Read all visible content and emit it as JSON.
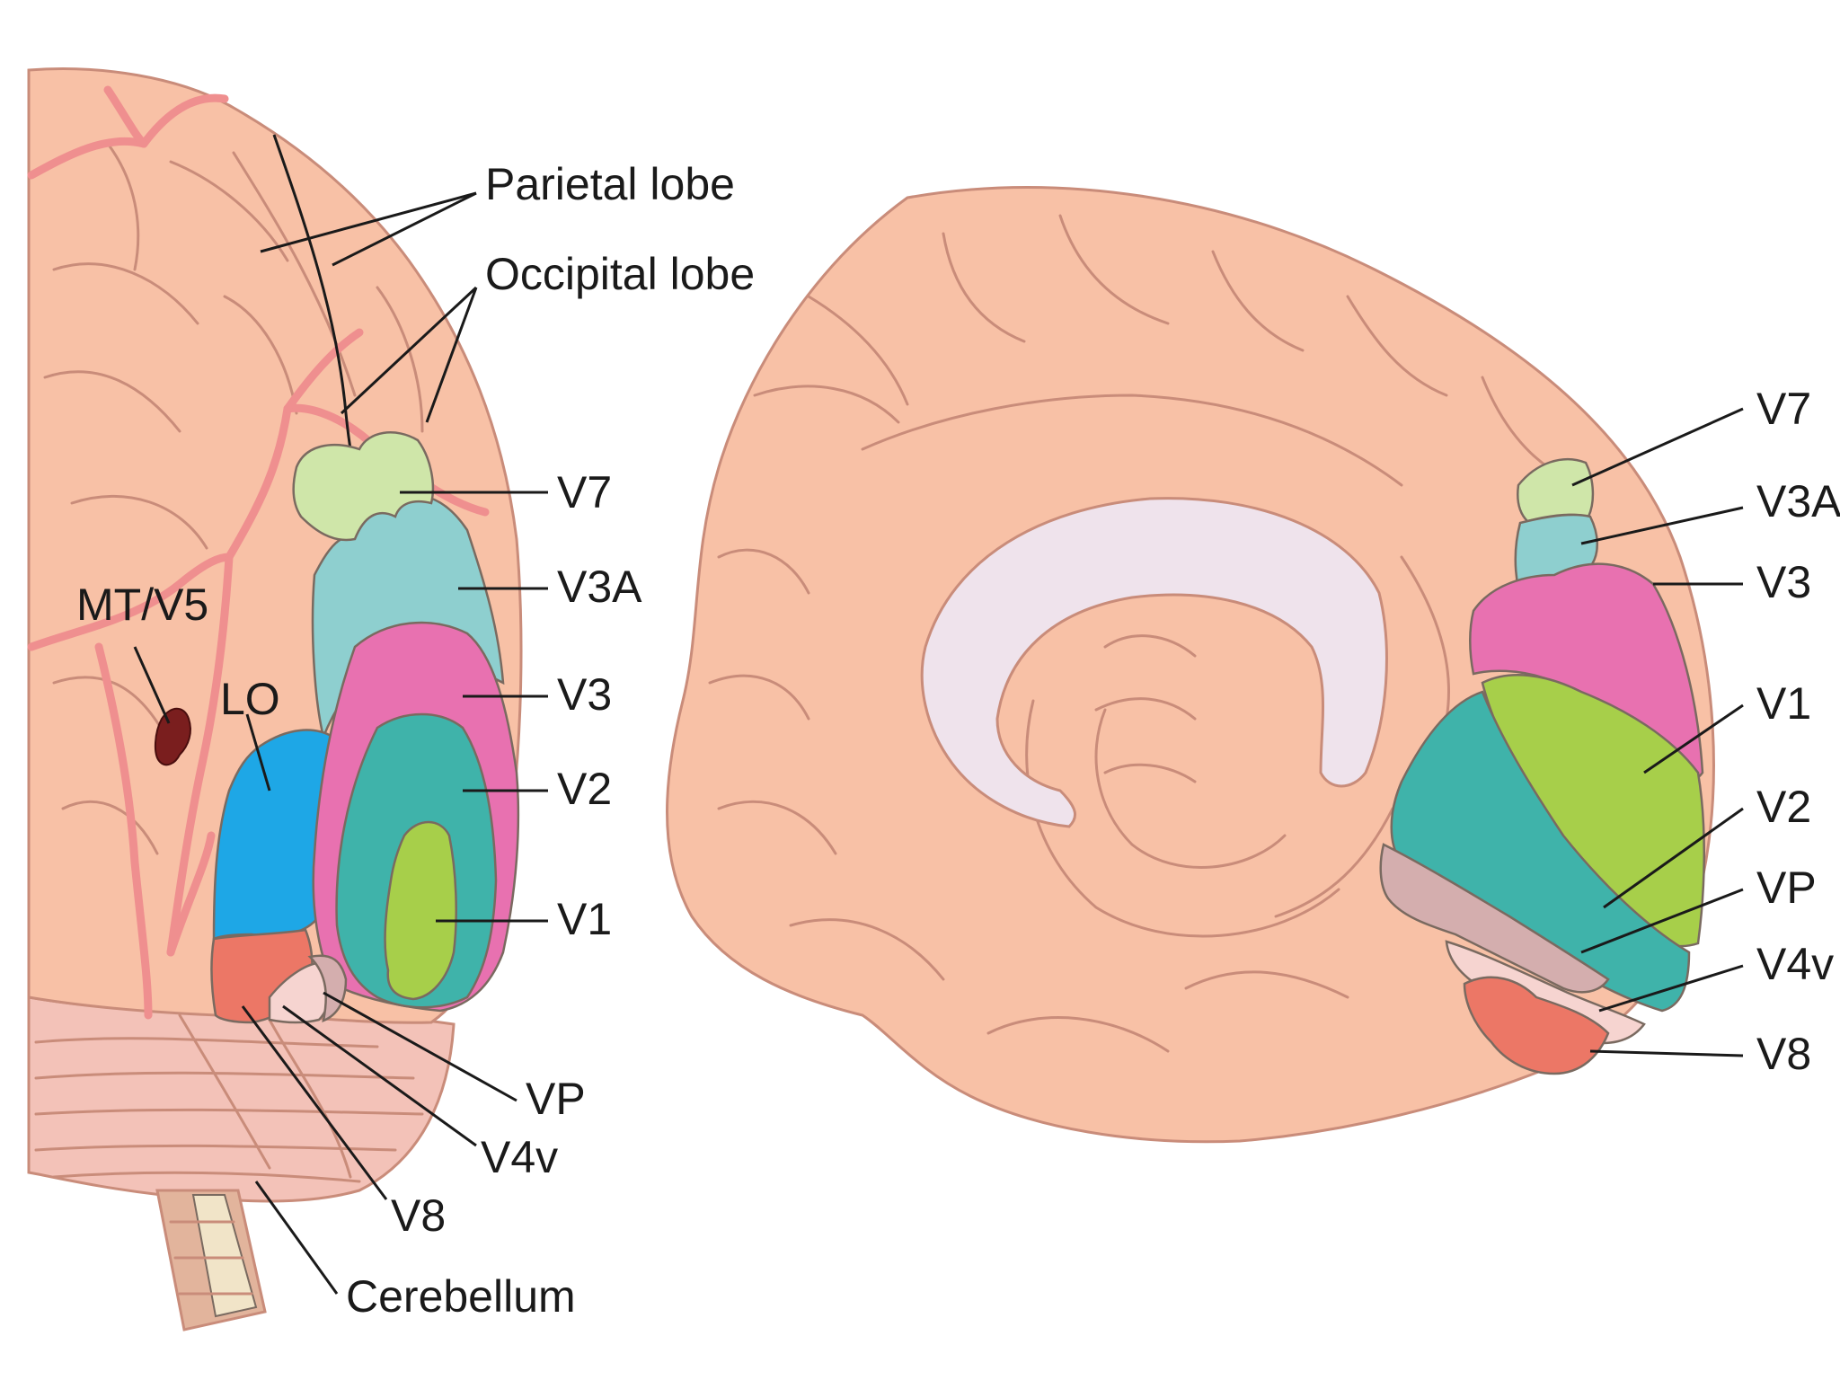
{
  "labels": {
    "parietal_lobe": "Parietal lobe",
    "occipital_lobe": "Occipital lobe",
    "mt_v5": "MT/V5",
    "lo": "LO",
    "cerebellum": "Cerebellum",
    "left": {
      "v7": "V7",
      "v3a": "V3A",
      "v3": "V3",
      "v2": "V2",
      "v1": "V1",
      "vp": "VP",
      "v4v": "V4v",
      "v8": "V8"
    },
    "right": {
      "v7": "V7",
      "v3a": "V3A",
      "v3": "V3",
      "v1": "V1",
      "v2": "V2",
      "vp": "VP",
      "v4v": "V4v",
      "v8": "V8"
    }
  },
  "colors": {
    "brain": "#f8c1a6",
    "cerebellum": "#f3c2b8",
    "vessel": "#ef8f8f",
    "corpus_callosum": "#efe3ec",
    "v7": "#cfe6a9",
    "v3a": "#8ecfcf",
    "v3": "#e871b0",
    "v2": "#3fb3aa",
    "v1": "#a7cf4a",
    "lo": "#1ea7e6",
    "mt_v5": "#7a1e1e",
    "v8": "#ec7766",
    "v4v": "#f6d4d0",
    "vp": "#d4aeae"
  }
}
